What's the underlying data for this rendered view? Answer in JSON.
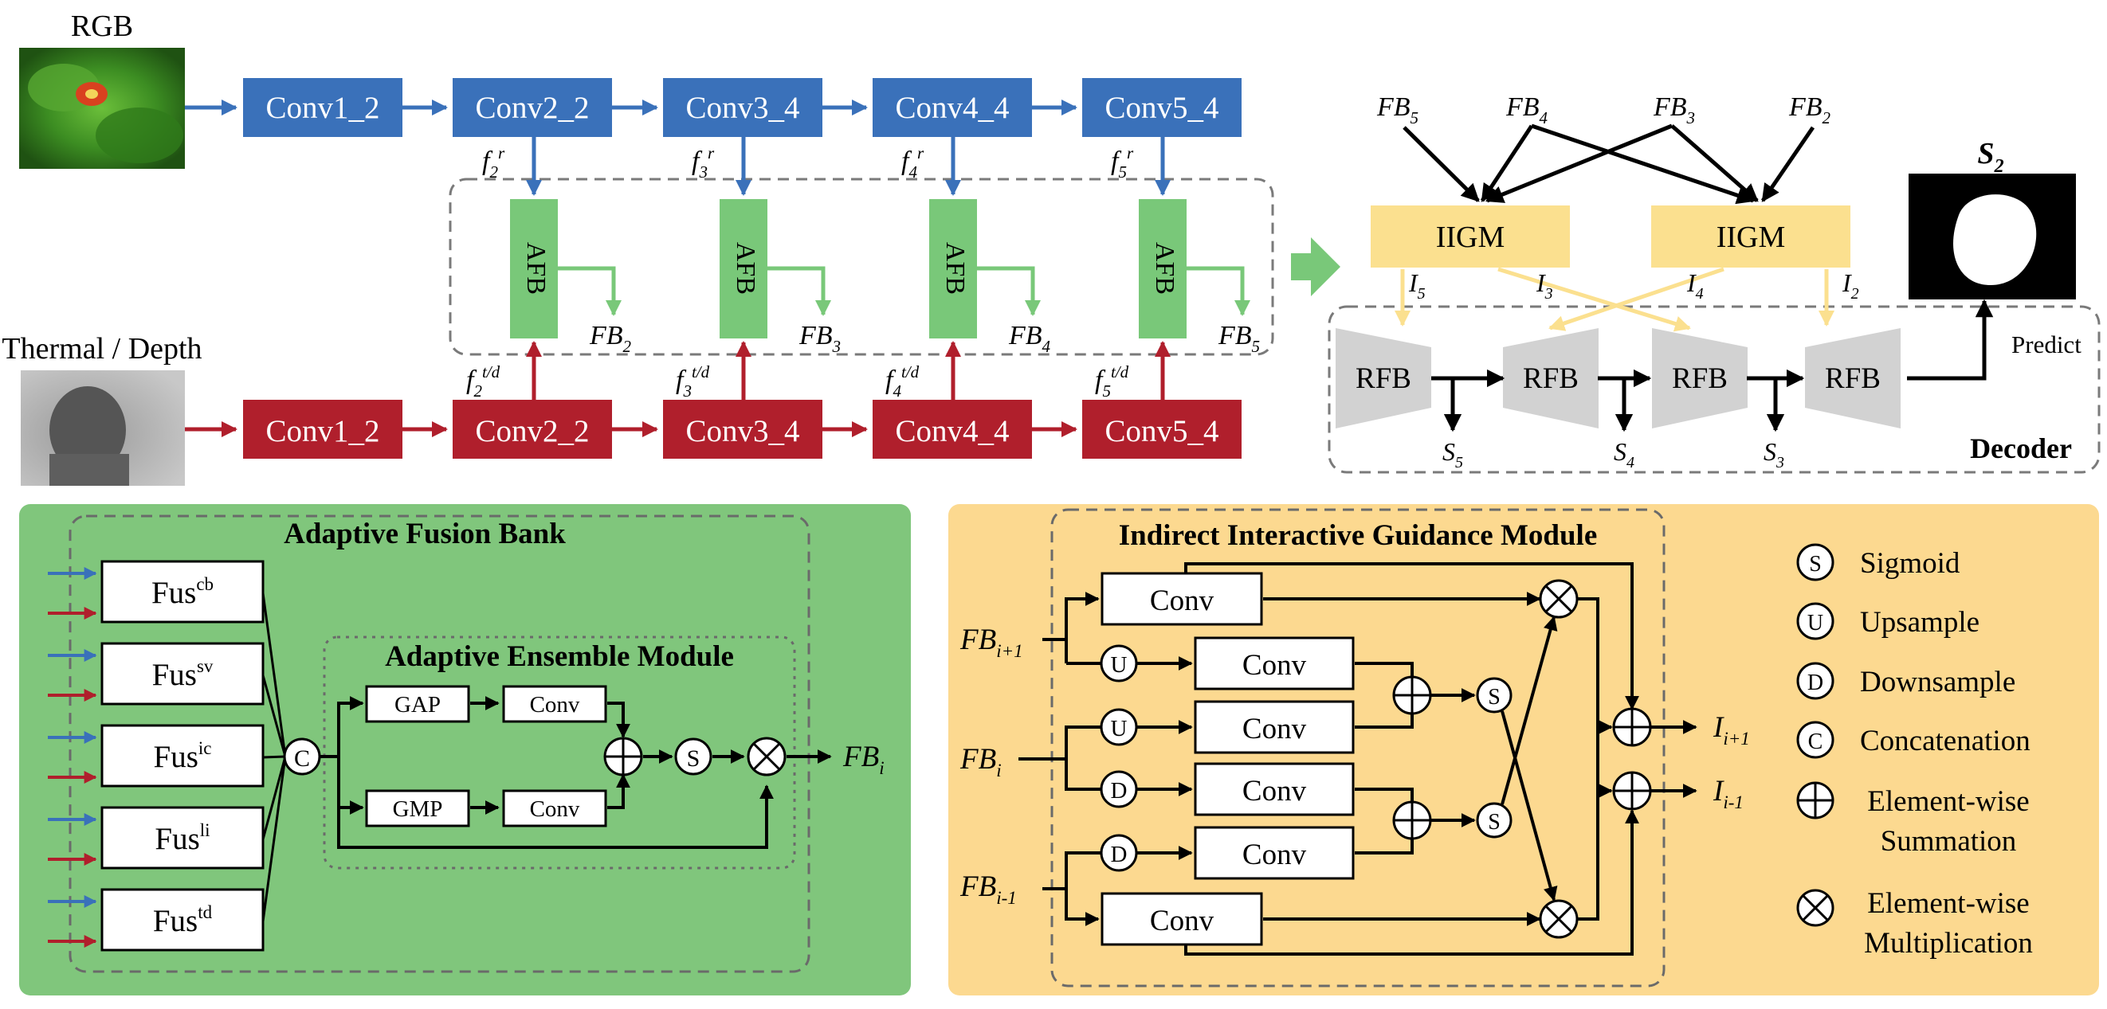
{
  "encoder": {
    "rgb_label": "RGB",
    "thermal_label": "Thermal / Depth",
    "rgb_blocks": [
      "Conv1_2",
      "Conv2_2",
      "Conv3_4",
      "Conv4_4",
      "Conv5_4"
    ],
    "td_blocks": [
      "Conv1_2",
      "Conv2_2",
      "Conv3_4",
      "Conv4_4",
      "Conv5_4"
    ],
    "afb_label": "AFB",
    "feature_r": [
      {
        "base": "f",
        "sub": "2",
        "sup": "r"
      },
      {
        "base": "f",
        "sub": "3",
        "sup": "r"
      },
      {
        "base": "f",
        "sub": "4",
        "sup": "r"
      },
      {
        "base": "f",
        "sub": "5",
        "sup": "r"
      }
    ],
    "feature_td": [
      {
        "base": "f",
        "sub": "2",
        "sup": "t/d"
      },
      {
        "base": "f",
        "sub": "3",
        "sup": "t/d"
      },
      {
        "base": "f",
        "sub": "4",
        "sup": "t/d"
      },
      {
        "base": "f",
        "sub": "5",
        "sup": "t/d"
      }
    ],
    "fb_outputs": [
      {
        "base": "FB",
        "sub": "2"
      },
      {
        "base": "FB",
        "sub": "3"
      },
      {
        "base": "FB",
        "sub": "4"
      },
      {
        "base": "FB",
        "sub": "5"
      }
    ]
  },
  "decoder": {
    "inputs": [
      {
        "base": "FB",
        "sub": "5"
      },
      {
        "base": "FB",
        "sub": "4"
      },
      {
        "base": "FB",
        "sub": "3"
      },
      {
        "base": "FB",
        "sub": "2"
      }
    ],
    "iigm_label": "IIGM",
    "guidance": [
      {
        "base": "I",
        "sub": "5"
      },
      {
        "base": "I",
        "sub": "3"
      },
      {
        "base": "I",
        "sub": "4"
      },
      {
        "base": "I",
        "sub": "2"
      }
    ],
    "rfb_label": "RFB",
    "side_outputs": [
      {
        "base": "S",
        "sub": "5"
      },
      {
        "base": "S",
        "sub": "4"
      },
      {
        "base": "S",
        "sub": "3"
      }
    ],
    "prediction": {
      "base": "S",
      "sub": "2"
    },
    "predict_label": "Predict",
    "title": "Decoder"
  },
  "afb_panel": {
    "title": "Adaptive Fusion Bank",
    "fus_blocks": [
      {
        "base": "Fus",
        "sup": "cb"
      },
      {
        "base": "Fus",
        "sup": "sv"
      },
      {
        "base": "Fus",
        "sup": "ic"
      },
      {
        "base": "Fus",
        "sup": "li"
      },
      {
        "base": "Fus",
        "sup": "td"
      }
    ],
    "concat_symbol": "C",
    "aem_title": "Adaptive Ensemble Module",
    "gap_label": "GAP",
    "gmp_label": "GMP",
    "conv_label": "Conv",
    "sigmoid_symbol": "S",
    "output": {
      "base": "FB",
      "sub": "i"
    }
  },
  "iigm_panel": {
    "title": "Indirect Interactive Guidance Module",
    "conv_label": "Conv",
    "upsample_symbol": "U",
    "downsample_symbol": "D",
    "sigmoid_symbol": "S",
    "inputs": [
      {
        "base": "FB",
        "sub": "i+1"
      },
      {
        "base": "FB",
        "sub": "i"
      },
      {
        "base": "FB",
        "sub": "i-1"
      }
    ],
    "outputs": [
      {
        "base": "I",
        "sub": "i+1"
      },
      {
        "base": "I",
        "sub": "i-1"
      }
    ]
  },
  "legend": {
    "sigmoid": {
      "symbol": "S",
      "label": "Sigmoid"
    },
    "upsample": {
      "symbol": "U",
      "label": "Upsample"
    },
    "downsample": {
      "symbol": "D",
      "label": "Downsample"
    },
    "concatenation": {
      "symbol": "C",
      "label": "Concatenation"
    },
    "summation": {
      "line1": "Element-wise",
      "line2": "Summation"
    },
    "multiplication": {
      "line1": "Element-wise",
      "line2": "Multiplication"
    }
  },
  "colors": {
    "rgb_blue": "#3a71ba",
    "td_red": "#b01f2c",
    "afb_green": "#79c879",
    "iigm_yellow": "#fbe08f",
    "rfb_gray": "#d2d2d2",
    "panel_green": "#80c67c",
    "panel_yellow": "#fcd990"
  }
}
